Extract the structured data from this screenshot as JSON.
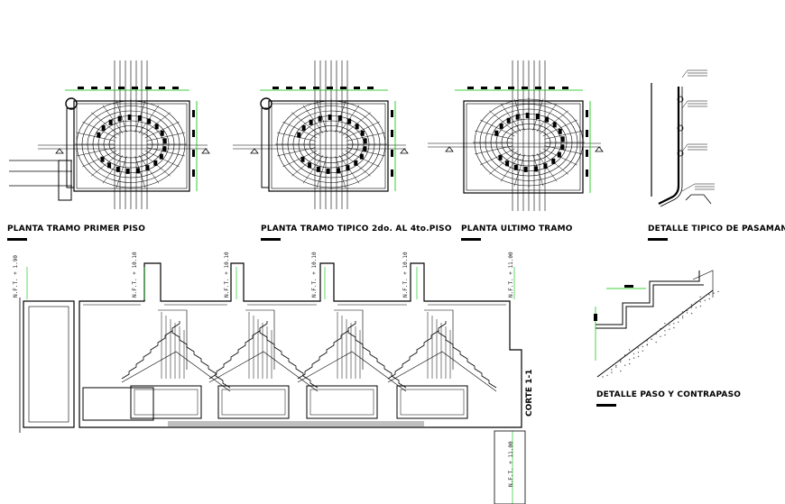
{
  "titles": {
    "plan_first": "PLANTA TRAMO PRIMER PISO",
    "plan_typical": "PLANTA TRAMO TIPICO 2do. AL 4to.PISO",
    "plan_last": "PLANTA ULTIMO TRAMO",
    "handrail_detail": "DETALLE TIPICO DE PASAMANOS",
    "section": "CORTE 1-1",
    "step_detail": "DETALLE PASO Y CONTRAPASO"
  },
  "level_marks": [
    "N.F.T. + 1.90",
    "N.F.T. + 10.10",
    "N.F.T. + 11.00"
  ],
  "colors": {
    "line": "#000000",
    "accent": "#00c000",
    "fill": "#ffffff"
  }
}
